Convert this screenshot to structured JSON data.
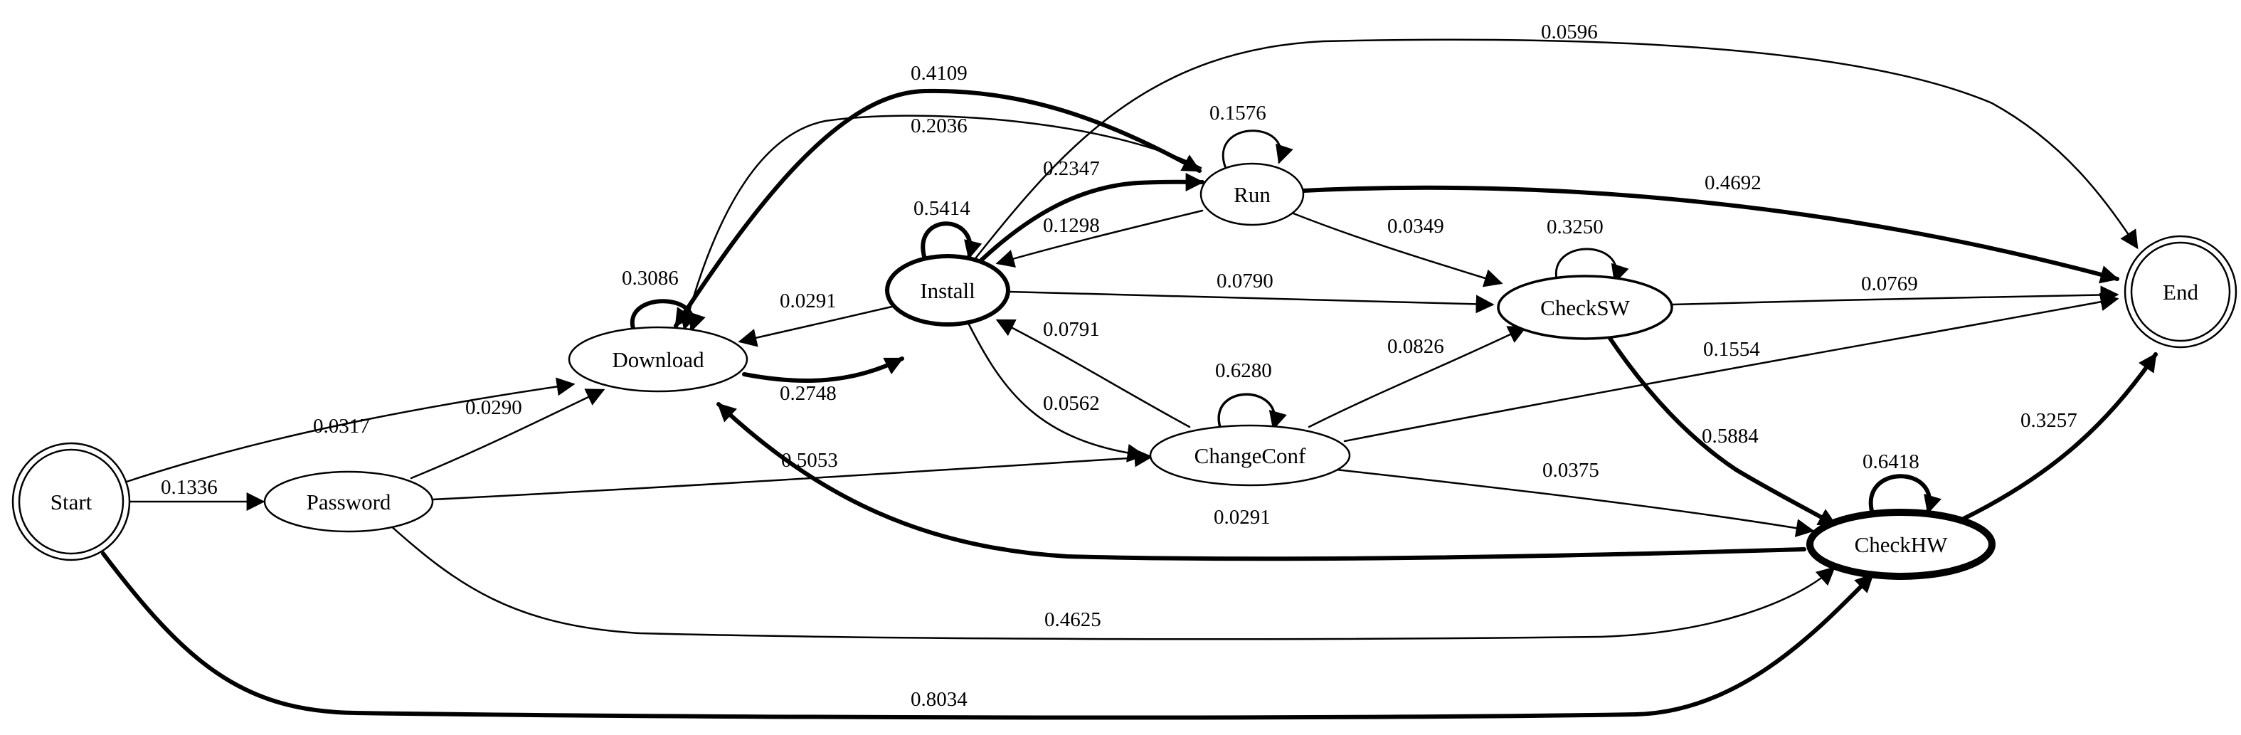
{
  "diagram": {
    "type": "state-transition-graph",
    "nodes": [
      {
        "id": "start",
        "label": "Start",
        "shape": "double-circle"
      },
      {
        "id": "password",
        "label": "Password",
        "shape": "ellipse"
      },
      {
        "id": "download",
        "label": "Download",
        "shape": "ellipse"
      },
      {
        "id": "install",
        "label": "Install",
        "shape": "ellipse"
      },
      {
        "id": "run",
        "label": "Run",
        "shape": "ellipse"
      },
      {
        "id": "changeconf",
        "label": "ChangeConf",
        "shape": "ellipse"
      },
      {
        "id": "checksw",
        "label": "CheckSW",
        "shape": "ellipse"
      },
      {
        "id": "checkhw",
        "label": "CheckHW",
        "shape": "ellipse"
      },
      {
        "id": "end",
        "label": "End",
        "shape": "double-circle"
      }
    ],
    "edges": [
      {
        "id": "e01",
        "from": "start",
        "to": "password",
        "label": "0.1336"
      },
      {
        "id": "e02",
        "from": "start",
        "to": "download",
        "label": "0.0317"
      },
      {
        "id": "e03",
        "from": "start",
        "to": "checkhw",
        "label": "0.8034"
      },
      {
        "id": "e04",
        "from": "password",
        "to": "download",
        "label": "0.0290"
      },
      {
        "id": "e05",
        "from": "password",
        "to": "changeconf",
        "label": "0.5053"
      },
      {
        "id": "e06",
        "from": "password",
        "to": "checkhw",
        "label": "0.4625"
      },
      {
        "id": "e07",
        "from": "download",
        "to": "download",
        "label": "0.3086"
      },
      {
        "id": "e08",
        "from": "download",
        "to": "install",
        "label": "0.2748"
      },
      {
        "id": "e09",
        "from": "download",
        "to": "run",
        "label": "0.4109"
      },
      {
        "id": "e10",
        "from": "install",
        "to": "install",
        "label": "0.5414"
      },
      {
        "id": "e11",
        "from": "install",
        "to": "download",
        "label": "0.0291"
      },
      {
        "id": "e12",
        "from": "install",
        "to": "run",
        "label": "0.2347"
      },
      {
        "id": "e13",
        "from": "install",
        "to": "checksw",
        "label": "0.0790"
      },
      {
        "id": "e14",
        "from": "install",
        "to": "changeconf",
        "label": "0.0562"
      },
      {
        "id": "e15",
        "from": "install",
        "to": "end",
        "label": "0.0596"
      },
      {
        "id": "e16",
        "from": "run",
        "to": "run",
        "label": "0.1576"
      },
      {
        "id": "e17",
        "from": "run",
        "to": "download",
        "label": "0.2036"
      },
      {
        "id": "e18",
        "from": "run",
        "to": "install",
        "label": "0.1298"
      },
      {
        "id": "e19",
        "from": "run",
        "to": "checksw",
        "label": "0.0349"
      },
      {
        "id": "e20",
        "from": "run",
        "to": "end",
        "label": "0.4692"
      },
      {
        "id": "e21",
        "from": "changeconf",
        "to": "changeconf",
        "label": "0.6280"
      },
      {
        "id": "e22",
        "from": "changeconf",
        "to": "install",
        "label": "0.0791"
      },
      {
        "id": "e23",
        "from": "changeconf",
        "to": "checksw",
        "label": "0.0826"
      },
      {
        "id": "e24",
        "from": "changeconf",
        "to": "end",
        "label": "0.1554"
      },
      {
        "id": "e25",
        "from": "changeconf",
        "to": "checkhw",
        "label": "0.0375"
      },
      {
        "id": "e26",
        "from": "checksw",
        "to": "checksw",
        "label": "0.3250"
      },
      {
        "id": "e27",
        "from": "checksw",
        "to": "end",
        "label": "0.0769"
      },
      {
        "id": "e28",
        "from": "checksw",
        "to": "checkhw",
        "label": "0.5884"
      },
      {
        "id": "e29",
        "from": "checkhw",
        "to": "checkhw",
        "label": "0.6418"
      },
      {
        "id": "e30",
        "from": "checkhw",
        "to": "download",
        "label": "0.0291"
      },
      {
        "id": "e31",
        "from": "checkhw",
        "to": "end",
        "label": "0.3257"
      }
    ]
  }
}
